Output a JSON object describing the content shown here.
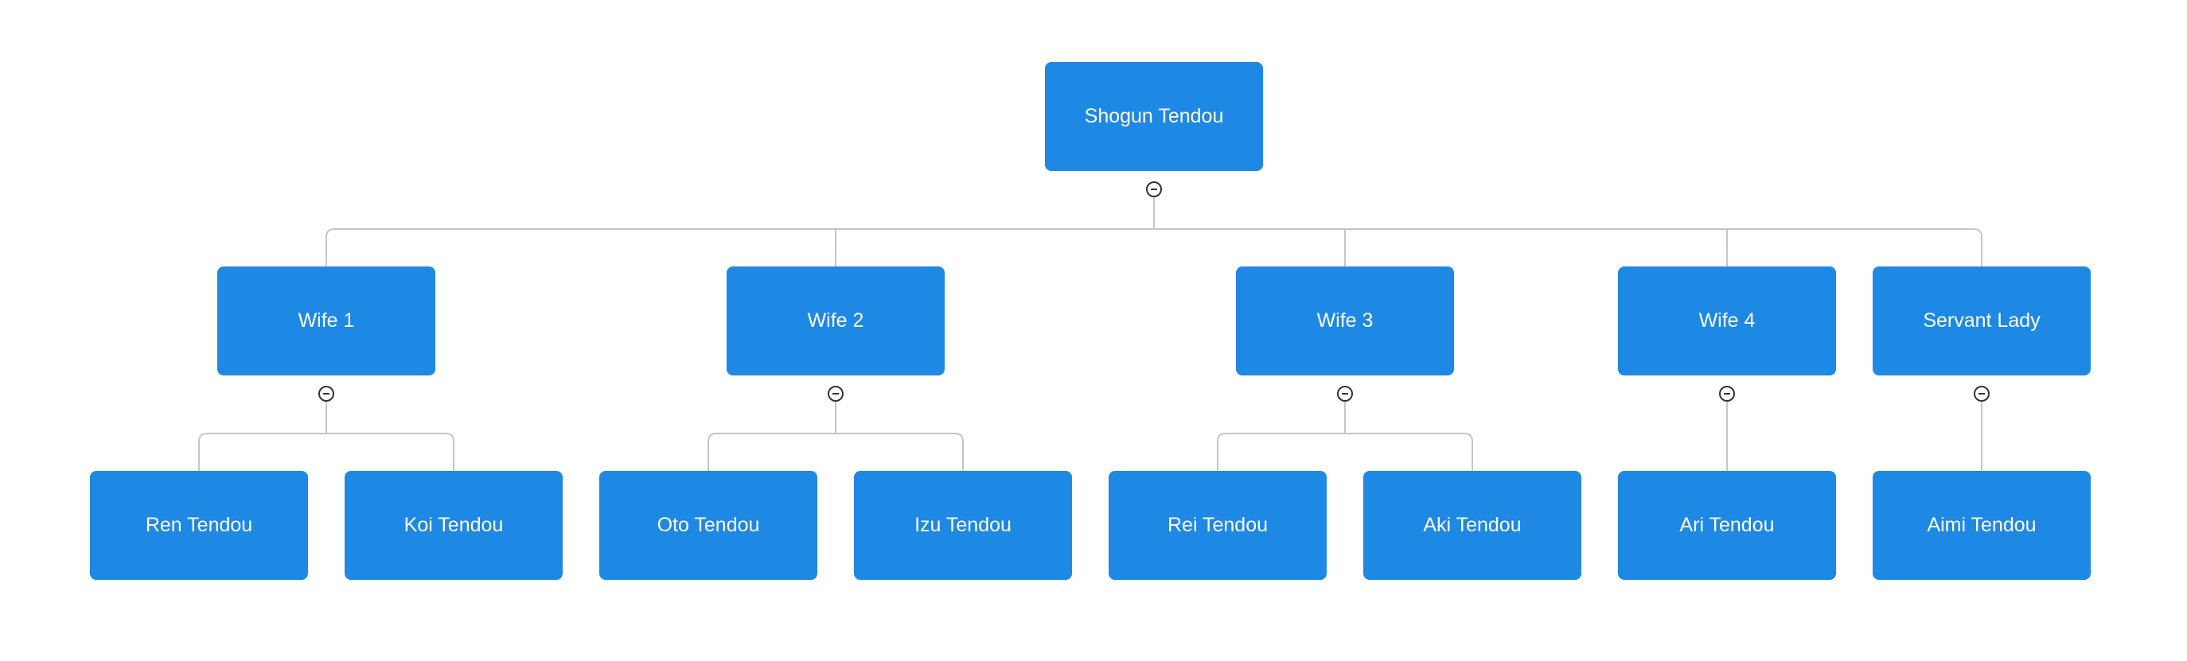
{
  "colors": {
    "node_fill": "#1e88e5",
    "node_text": "#ffffff",
    "connector": "#c6c6c6",
    "toggle_border": "#333333"
  },
  "icons": {
    "collapse": "minus-circle-icon"
  },
  "root": {
    "label": "Shogun Tendou",
    "children": [
      {
        "label": "Wife 1",
        "children": [
          {
            "label": "Ren Tendou"
          },
          {
            "label": "Koi Tendou"
          }
        ]
      },
      {
        "label": "Wife 2",
        "children": [
          {
            "label": "Oto Tendou"
          },
          {
            "label": "Izu Tendou"
          }
        ]
      },
      {
        "label": "Wife 3",
        "children": [
          {
            "label": "Rei Tendou"
          },
          {
            "label": "Aki Tendou"
          }
        ]
      },
      {
        "label": "Wife 4",
        "children": [
          {
            "label": "Ari Tendou"
          }
        ]
      },
      {
        "label": "Servant Lady",
        "children": [
          {
            "label": "Aimi Tendou"
          }
        ]
      }
    ]
  }
}
